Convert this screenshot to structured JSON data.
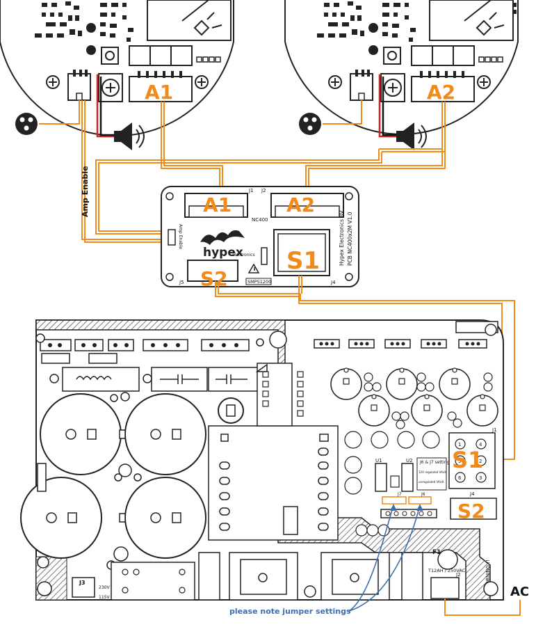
{
  "labels": {
    "amp1": "A1",
    "amp2": "A2",
    "nc_a1": "A1",
    "nc_a2": "A2",
    "nc_s1": "S1",
    "nc_s2": "S2",
    "psu_s1": "S1",
    "psu_s2": "S2",
    "amp_enable": "Amp Enable",
    "ac": "AC",
    "jumper_note": "please note jumper settings"
  },
  "nc400": {
    "j1": "J1",
    "j2": "J2",
    "j4": "J4",
    "j5": "J5",
    "nc400": "NC400",
    "amp_enable_small": "Amp Enable",
    "brand": "hypex",
    "brand_sub": "electronics",
    "maker": "Hypex Electronics BV",
    "pcb": "PCB NC400x2M V1.0",
    "smps": "SMPS1200"
  },
  "psu": {
    "j1": "J1",
    "j2": "J2",
    "j3": "J3",
    "j4": "J4",
    "j6": "J6",
    "j7": "J7",
    "u1": "U1",
    "u2": "U2",
    "f1": "F1",
    "v230": "230V",
    "v115": "115V",
    "fuse_rating": "T12AH / 250VAC",
    "setting_title": "J6 & J7 setting",
    "reg": "12V regulated VAUX",
    "unreg": "unregulated VAUX",
    "warning": "!! WARNING !!",
    "t1": "1",
    "t2": "2",
    "t3": "3",
    "t4": "4",
    "t5": "5",
    "t6": "6"
  },
  "colors": {
    "accent": "#f08a1a",
    "blue": "#3a6fb0",
    "red": "#d81e1e"
  }
}
